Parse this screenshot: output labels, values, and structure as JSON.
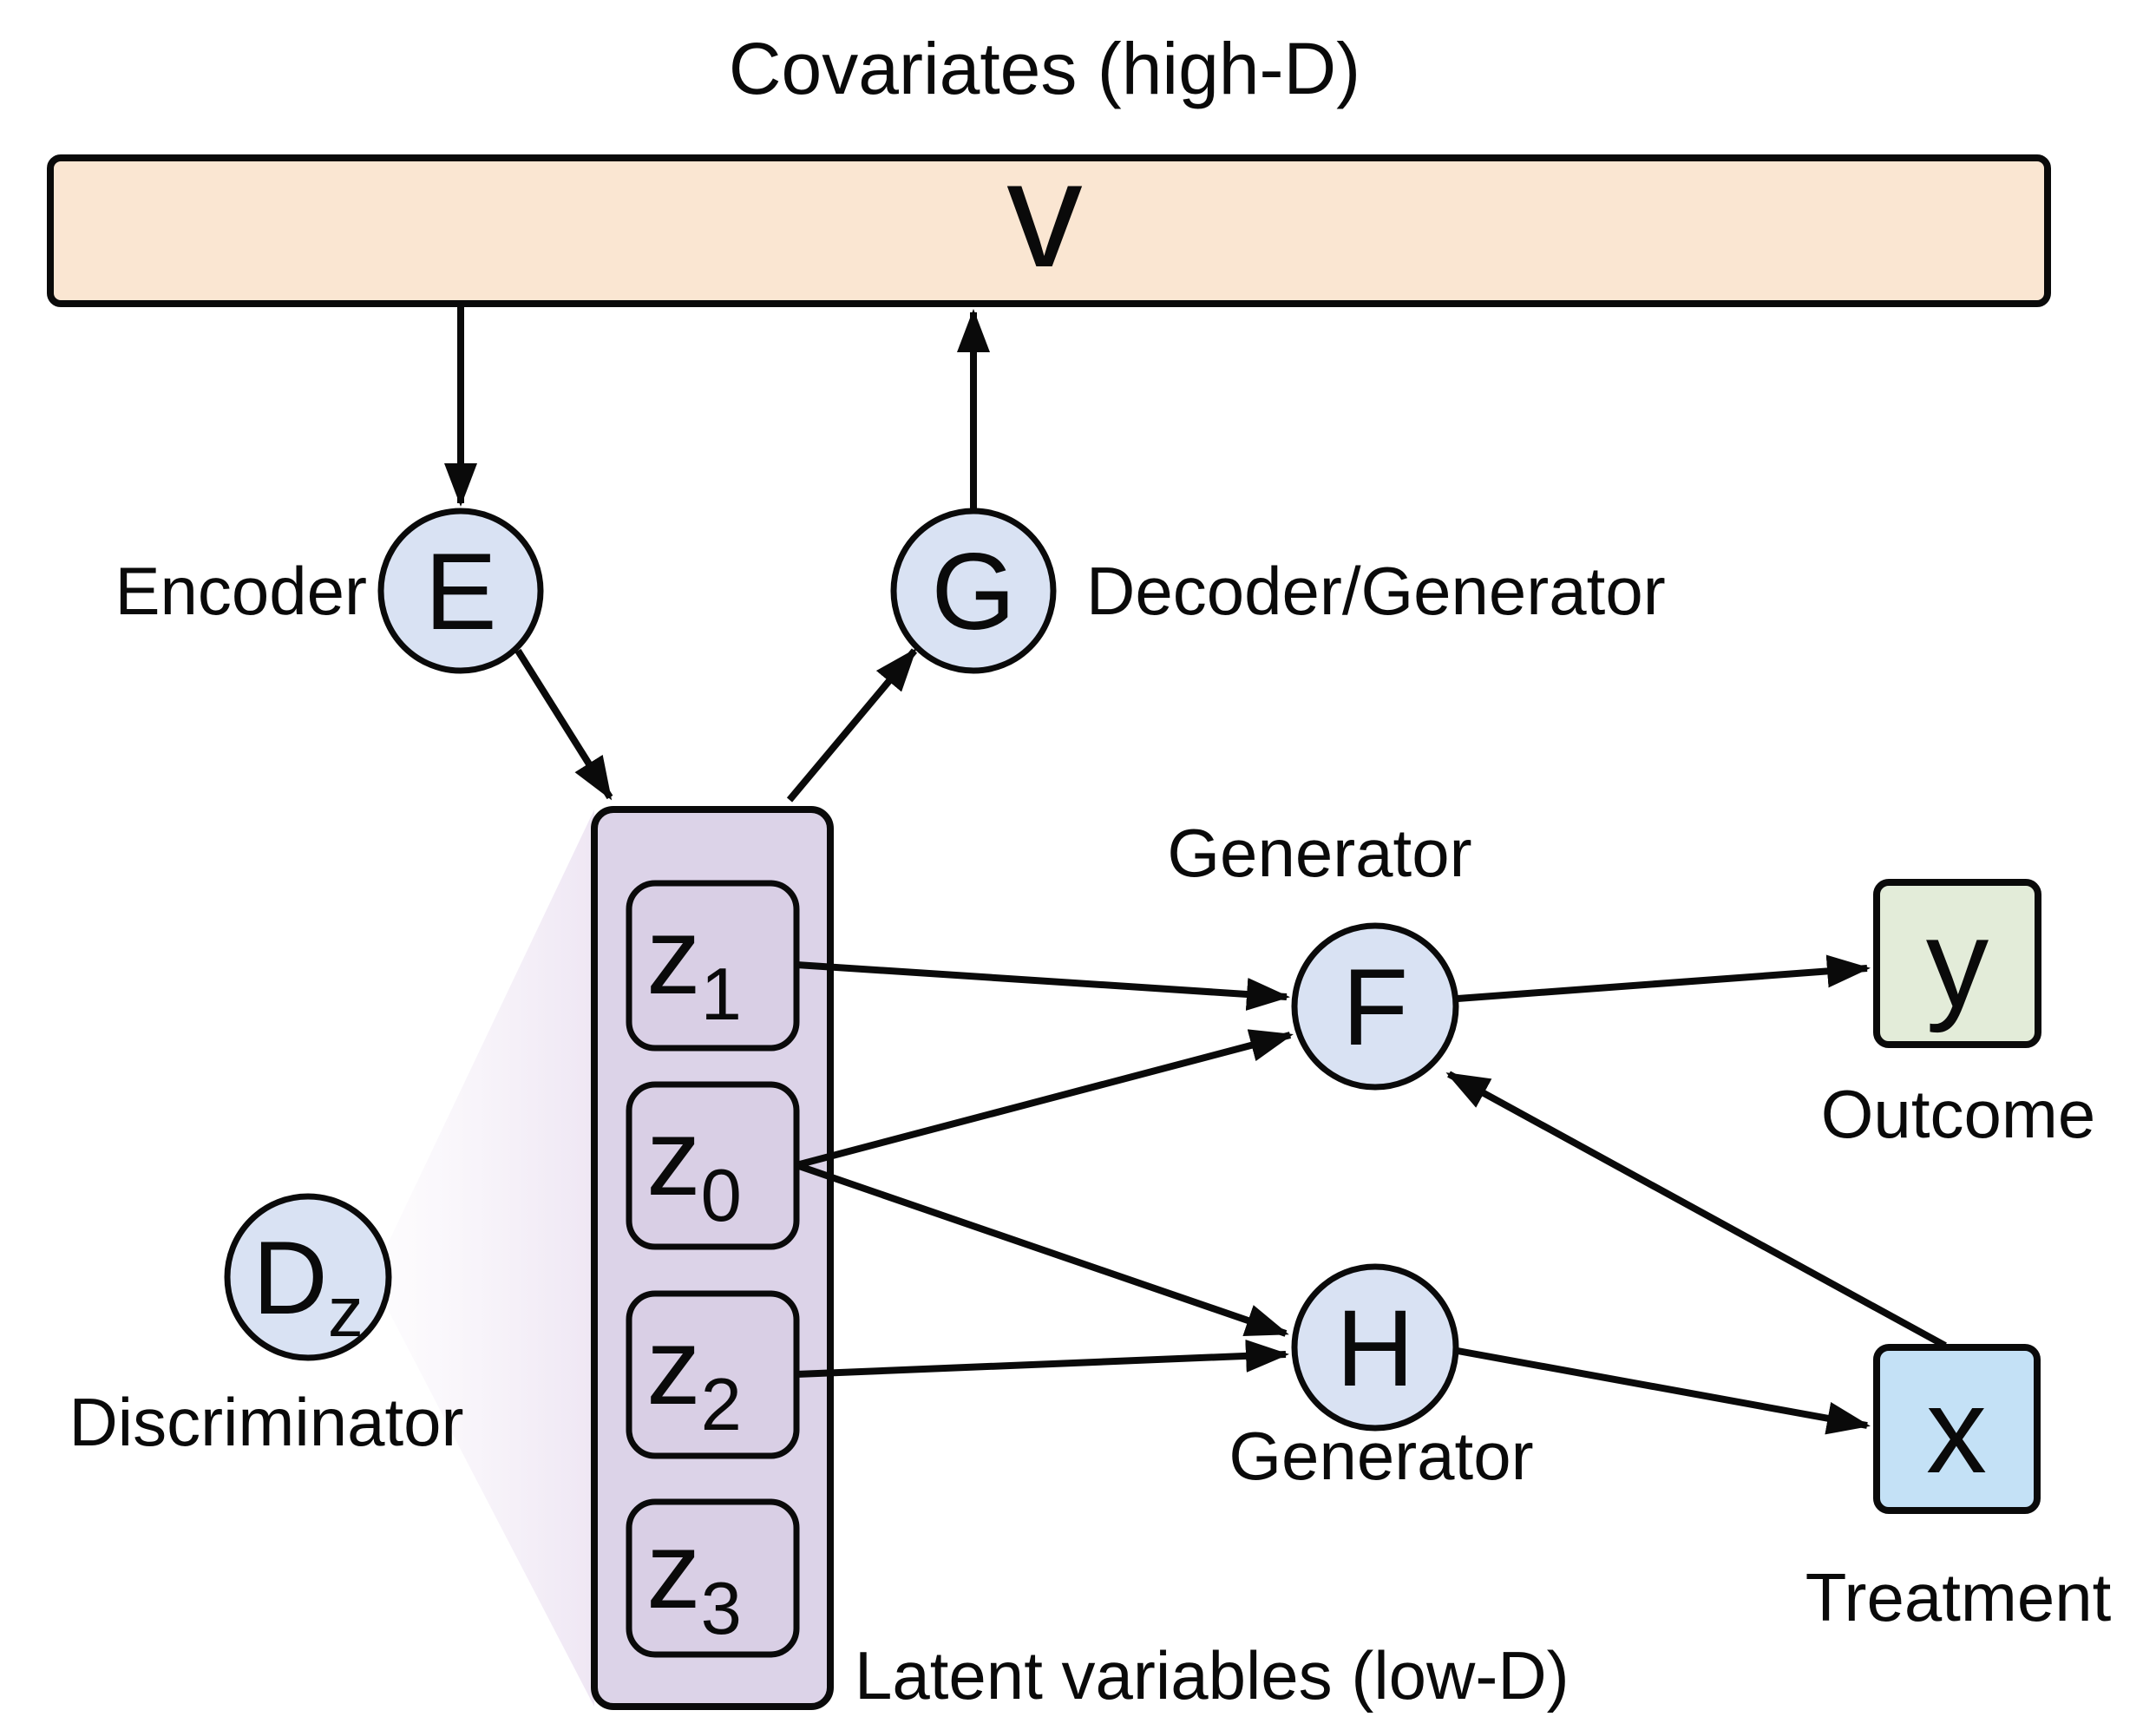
{
  "diagram_title": "Covariates (high-D)",
  "covariates": {
    "symbol": "v",
    "label": "Covariates (high-D)"
  },
  "nodes": {
    "encoder": {
      "symbol": "E",
      "label": "Encoder"
    },
    "decoder": {
      "symbol": "G",
      "label": "Decoder/Generator"
    },
    "generator_f": {
      "symbol": "F",
      "label": "Generator"
    },
    "generator_h": {
      "symbol": "H",
      "label": "Generator"
    },
    "discriminator": {
      "symbol_base": "D",
      "symbol_sub": "z",
      "label": "Discriminator"
    },
    "outcome": {
      "symbol": "y",
      "label": "Outcome"
    },
    "treatment": {
      "symbol": "x",
      "label": "Treatment"
    }
  },
  "latent": {
    "label": "Latent variables (low-D)",
    "items": [
      {
        "base": "z",
        "sub": "1"
      },
      {
        "base": "z",
        "sub": "0"
      },
      {
        "base": "z",
        "sub": "2"
      },
      {
        "base": "z",
        "sub": "3"
      }
    ]
  },
  "edges": [
    "v to E",
    "G to v",
    "E to latent",
    "latent to G",
    "z1 to F",
    "z0 to F",
    "z0 to H",
    "z2 to H",
    "F to y",
    "H to x",
    "x to F"
  ],
  "colors": {
    "covariates_fill": "#FAE6D2",
    "node_fill": "#D9E2F3",
    "latent_outer_fill": "#DCD3E8",
    "latent_inner_fill": "#D9CFE5",
    "outcome_fill": "#E3ECD9",
    "treatment_fill": "#C4E1F6",
    "cone_tint": "#E9DEF0",
    "line_color": "#0A0A0A"
  }
}
